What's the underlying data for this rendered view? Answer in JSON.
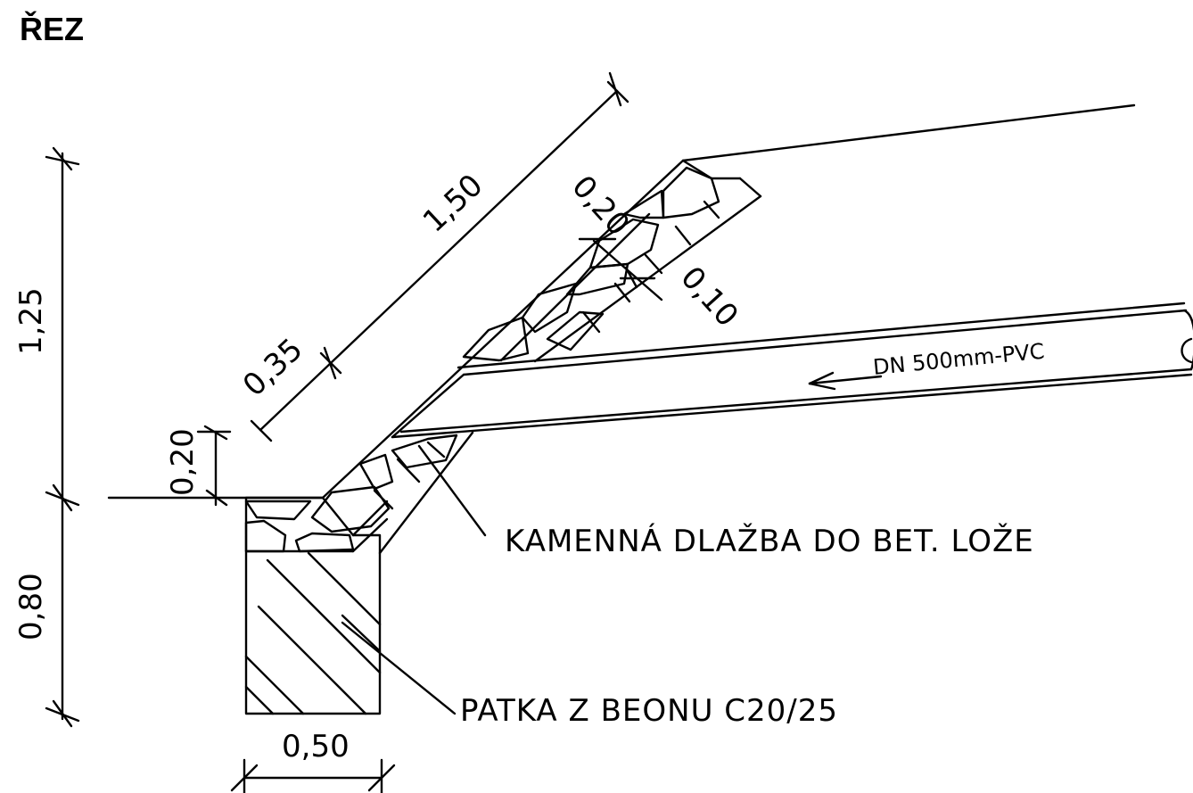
{
  "title": "ŘEZ",
  "dimensions": {
    "height_total": "1,25",
    "height_footing": "0,80",
    "height_step": "0,20",
    "slope_length": "1,50",
    "slope_offset": "0,35",
    "paving_thickness": "0,20",
    "bed_thickness": "0,10",
    "footing_width": "0,50"
  },
  "labels": {
    "paving": "KAMENNÁ DLAŽBA DO BET. LOŽE",
    "footing": "PATKA Z BEONU C20/25",
    "pipe": "DN 500mm-PVC"
  }
}
